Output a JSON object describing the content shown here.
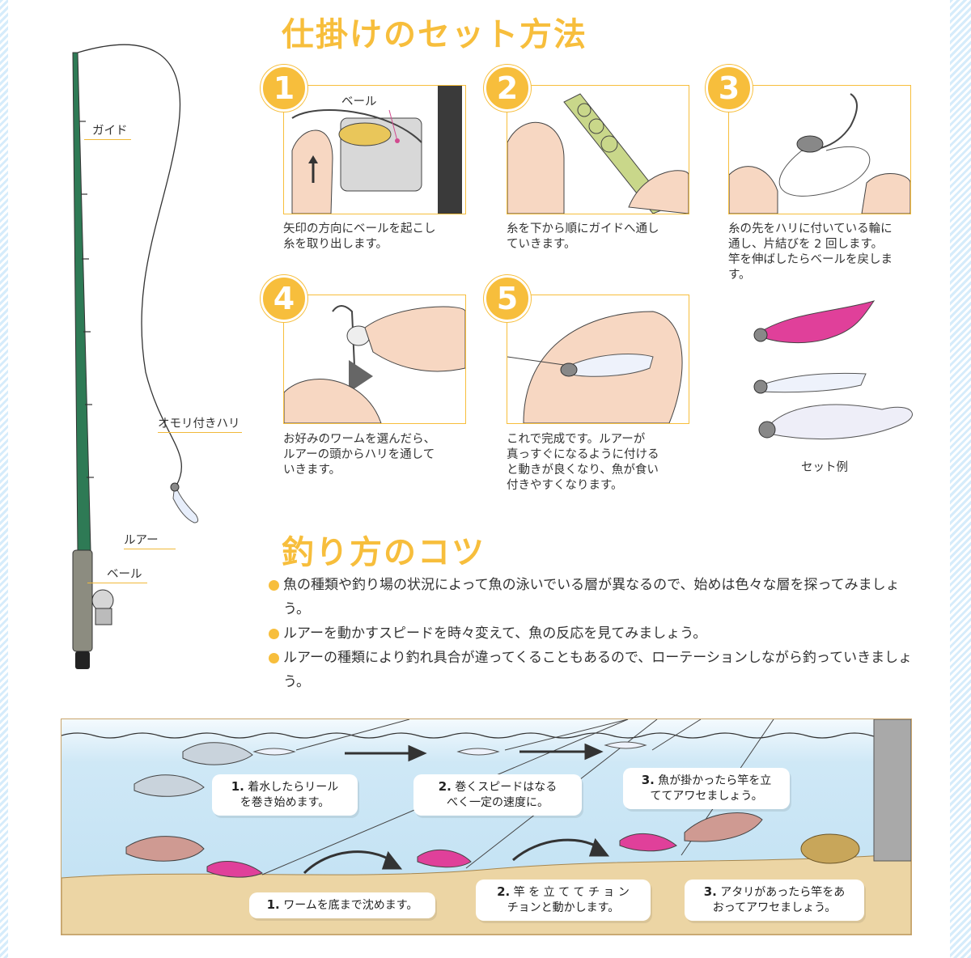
{
  "section1": {
    "title": "仕掛けのセット方法"
  },
  "steps": [
    {
      "num": "1",
      "callout": "ベール",
      "desc": [
        "矢印の方向にベールを起こし",
        "糸を取り出します。"
      ]
    },
    {
      "num": "2",
      "desc": [
        "糸を下から順にガイドへ通し",
        "ていきます。"
      ]
    },
    {
      "num": "3",
      "desc": [
        "糸の先をハリに付いている輪に",
        "通し、片結びを 2 回します。",
        "竿を伸ばしたらベールを戻しま",
        "す。"
      ]
    },
    {
      "num": "4",
      "desc": [
        "お好みのワームを選んだら、",
        "ルアーの頭からハリを通して",
        "いきます。"
      ]
    },
    {
      "num": "5",
      "desc": [
        "これで完成です。ルアーが",
        "真っすぐになるように付ける",
        "と動きが良くなり、魚が食い",
        "付きやすくなります。"
      ]
    }
  ],
  "set_example": {
    "label": "セット例"
  },
  "rod_labels": {
    "guide": "ガイド",
    "weighted_hook": "オモリ付きハリ",
    "lure": "ルアー",
    "bail": "ベール"
  },
  "section2": {
    "title": "釣り方のコツ",
    "tips": [
      "魚の種類や釣り場の状況によって魚の泳いでいる層が異なるので、始めは色々な層を探ってみましょう。",
      "ルアーを動かすスピードを時々変えて、魚の反応を見てみましょう。",
      "ルアーの種類により釣れ具合が違ってくることもあるので、ローテーションしながら釣っていきましょう。"
    ]
  },
  "scene": {
    "upper": [
      {
        "num": "1.",
        "lines": [
          "着水したらリール",
          "を巻き始めます。"
        ]
      },
      {
        "num": "2.",
        "lines": [
          "巻くスピードはなる",
          "べく一定の速度に。"
        ]
      },
      {
        "num": "3.",
        "lines": [
          "魚が掛かったら竿を立",
          "ててアワセましょう。"
        ]
      }
    ],
    "lower": [
      {
        "num": "1.",
        "lines": [
          "ワームを底まで沈めます。"
        ]
      },
      {
        "num": "2.",
        "lines": [
          "竿 を 立 て て チ ョ ン",
          "チョンと動かします。"
        ]
      },
      {
        "num": "3.",
        "lines": [
          "アタリがあったら竿をあ",
          "おってアワセましょう。"
        ]
      }
    ]
  },
  "colors": {
    "accent": "#f7be3c",
    "water": "#cfe8f6",
    "sand": "#ecd5a4"
  }
}
